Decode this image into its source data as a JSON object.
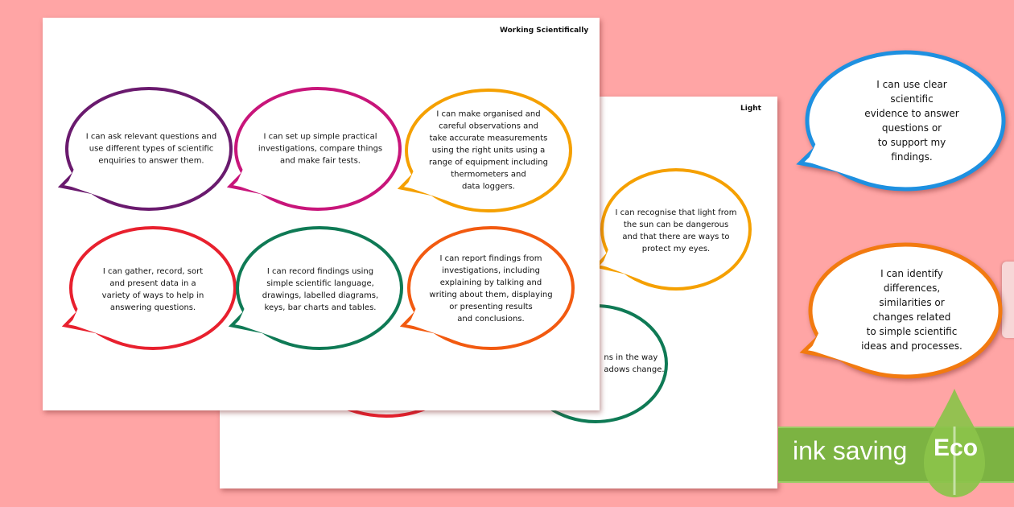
{
  "colors": {
    "background": "#ffa5a5",
    "banner": "#7cb342",
    "leaf": "#8bc34a"
  },
  "light_page": {
    "title": "Light",
    "bubbles": [
      {
        "text": "I can recognise that light from\nthe sun can be dangerous\nand that there are ways to\nprotect my eyes.",
        "color": "#f5a000"
      },
      {
        "text": "ns in the way\nadows change.",
        "color": "#0f7a55"
      },
      {
        "text": "",
        "color": "#e8202e"
      }
    ]
  },
  "working_page": {
    "title": "Working Scientifically",
    "bubbles": [
      {
        "text": "I can ask relevant questions and\nuse different types of scientific\nenquiries to answer them.",
        "color": "#6a1a6e"
      },
      {
        "text": "I can set up simple practical\ninvestigations, compare things\nand make fair tests.",
        "color": "#c8157a"
      },
      {
        "text": "I can make organised and\ncareful observations and\ntake accurate measurements\nusing the right units using a\nrange of equipment including\nthermometers and\ndata loggers.",
        "color": "#f5a000"
      },
      {
        "text": "I can gather, record, sort\nand present data in a\nvariety of ways to help in\nanswering questions.",
        "color": "#e8202e"
      },
      {
        "text": "I can record findings using\nsimple scientific language,\ndrawings, labelled diagrams,\nkeys, bar charts and tables.",
        "color": "#0f7a55"
      },
      {
        "text": "I can report findings from\ninvestigations, including\nexplaining by talking and\nwriting about them, displaying\nor presenting results\nand conclusions.",
        "color": "#f25a10"
      }
    ]
  },
  "featured_bubbles": [
    {
      "text": "I can use clear scientific\nevidence to answer questions or\nto support my findings.",
      "color": "#1e90e0"
    },
    {
      "text": "I can identify differences,\nsimilarities or changes related\nto simple scientific\nideas and processes.",
      "color": "#f27a10"
    }
  ],
  "badge": {
    "label": "ink saving",
    "eco": "Eco",
    "icon": "leaf-drop-icon"
  }
}
